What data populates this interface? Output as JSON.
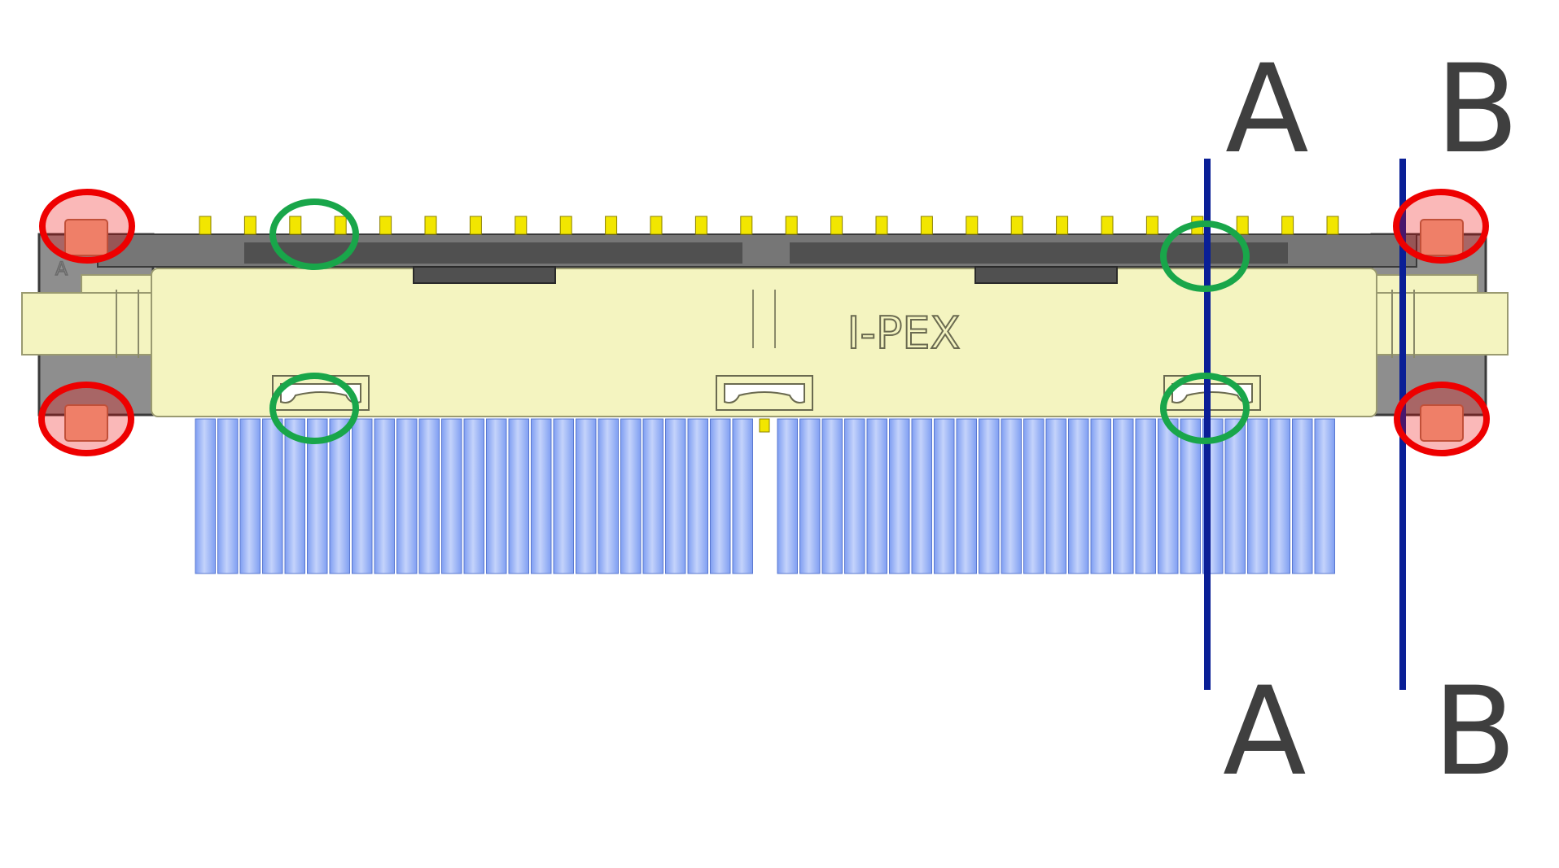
{
  "connector": {
    "brand_marking": "I-PEX",
    "pin1_marking": "A",
    "colors": {
      "housing": "#f4f4c0",
      "housing_outline": "#9a9a70",
      "shell": "#8e8e8e",
      "shell_dark": "#4a4a4a",
      "pin_gold": "#f2e600",
      "cable": "#7f9ef2",
      "cable_highlight": "#c4d3fb",
      "solder_tab": "#f0b090"
    },
    "top_pin_count": 26,
    "cable_wire_count": 50
  },
  "section_lines": [
    {
      "id": "A",
      "top_label": "A",
      "bottom_label": "A",
      "color": "#0a1f96"
    },
    {
      "id": "B",
      "top_label": "B",
      "bottom_label": "B",
      "color": "#0a1f96"
    }
  ],
  "markers": {
    "red": {
      "color": "#ee0000",
      "fill": "rgba(238,0,0,0.28)",
      "count": 4
    },
    "green": {
      "color": "#19a64a",
      "count": 4
    }
  }
}
